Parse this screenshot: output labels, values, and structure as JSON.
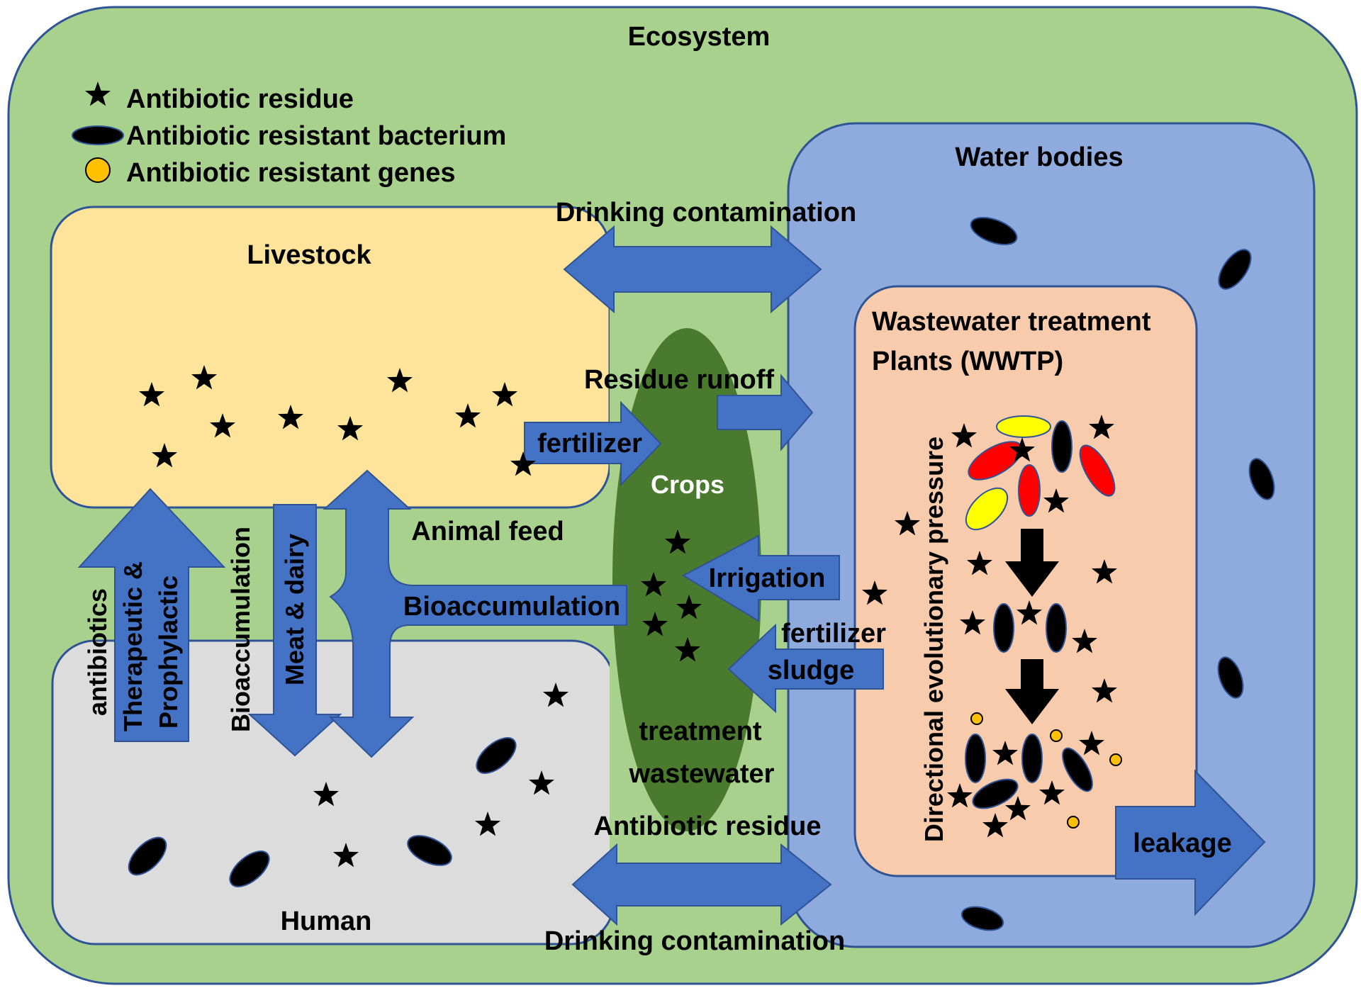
{
  "title": "Ecosystem",
  "legend": {
    "residue": "Antibiotic residue",
    "bacterium": "Antibiotic resistant bacterium",
    "genes": "Antibiotic resistant genes"
  },
  "regions": {
    "livestock": "Livestock",
    "human": "Human",
    "water": "Water bodies",
    "wwtp_line1": "Wastewater treatment",
    "wwtp_line2": "Plants (WWTP)",
    "crops": "Crops"
  },
  "flows": {
    "drinking_top": "Drinking contamination",
    "drinking_bottom": "Drinking contamination",
    "residue_runoff": "Residue runoff",
    "fertilizer_livestock": "fertilizer",
    "animal_feed": "Animal feed",
    "bioaccumulation_h": "Bioaccumulation",
    "irrigation": "Irrigation",
    "fertilizer_sludge_1": "fertilizer",
    "fertilizer_sludge_2": "sludge",
    "treatment_1": "treatment",
    "treatment_2": "wastewater",
    "antibiotic_residue": "Antibiotic residue",
    "leakage": "leakage",
    "antibiotics": "antibiotics",
    "therapeutic": "Therapeutic &",
    "prophylactic": "Prophylactic",
    "bioaccumulation_v": "Bioaccumulation",
    "meat_dairy": "Meat & dairy",
    "directional": "Directional evolutionary pressure"
  },
  "colors": {
    "ecosystem": "#a9d18e",
    "livestock": "#fde49a",
    "human": "#dcdcdc",
    "water": "#8faadc",
    "wwtp": "#f8cbad",
    "crops": "#4a7a2e",
    "arrow": "#4472c4",
    "outline": "#2f5496"
  }
}
